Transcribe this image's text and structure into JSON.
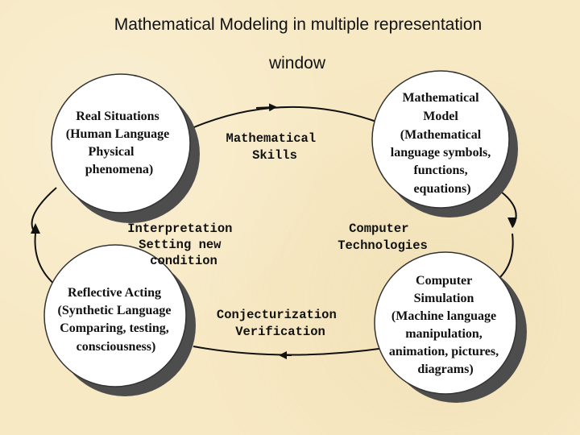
{
  "title": {
    "line1": "Mathematical Modeling in multiple representation",
    "line2": "window"
  },
  "nodes": {
    "real_situations": [
      "Real Situations",
      "(Human Language",
      "Physical",
      "phenomena)"
    ],
    "mathematical_model": [
      "Mathematical",
      "Model",
      "(Mathematical",
      "language symbols,",
      "functions,",
      "equations)"
    ],
    "computer_simulation": [
      "Computer",
      "Simulation",
      "(Machine language",
      "manipulation,",
      "animation, pictures,",
      "diagrams)"
    ],
    "reflective_acting": [
      "Reflective Acting",
      "(Synthetic Language",
      "Comparing, testing,",
      "consciousness)"
    ]
  },
  "edges": {
    "top": [
      "Mathematical",
      "Skills"
    ],
    "right": [
      "Computer",
      "Technologies"
    ],
    "bottom": [
      "Conjecturization",
      "Verification"
    ],
    "left": [
      "Interpretation",
      "Setting new",
      "condition"
    ]
  }
}
